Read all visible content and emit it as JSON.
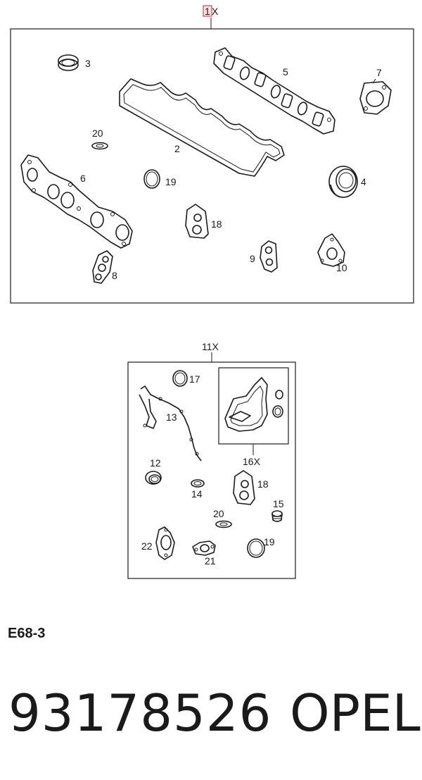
{
  "set1": {
    "header_num": "1",
    "header_suffix": "X",
    "labels": [
      "2",
      "3",
      "4",
      "5",
      "6",
      "7",
      "8",
      "9",
      "10",
      "18",
      "19",
      "20"
    ]
  },
  "set11": {
    "header": "11X",
    "inset_label": "16X",
    "labels": [
      "12",
      "13",
      "14",
      "15",
      "17",
      "18",
      "19",
      "20",
      "21",
      "22"
    ]
  },
  "section_code": "E68-3",
  "part_number": "93178526",
  "brand": "OPEL",
  "colors": {
    "highlight": "#e0454f",
    "line": "#1a1a1a"
  }
}
